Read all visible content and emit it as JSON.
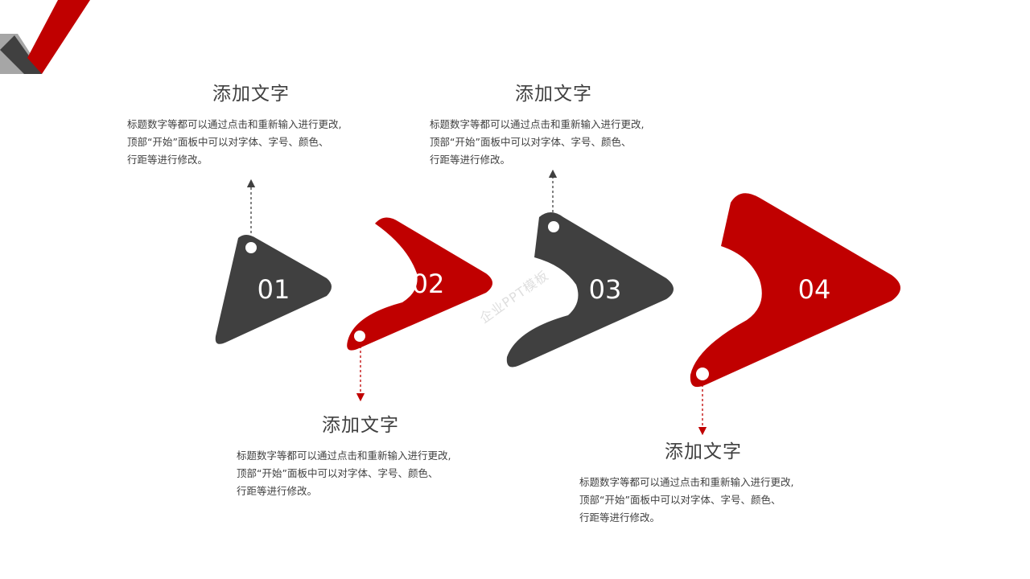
{
  "colors": {
    "red": "#c00000",
    "dark": "#404040",
    "grey": "#a6a6a6",
    "text": "#404040"
  },
  "steps": [
    {
      "number": "01",
      "title": "添加文字",
      "description": "标题数字等都可以通过点击和重新输入进行更改,\n顶部“开始”面板中可以对字体、字号、颜色、\n行距等进行修改。"
    },
    {
      "number": "02",
      "title": "添加文字",
      "description": "标题数字等都可以通过点击和重新输入进行更改,\n顶部“开始”面板中可以对字体、字号、颜色、\n行距等进行修改。"
    },
    {
      "number": "03",
      "title": "添加文字",
      "description": "标题数字等都可以通过点击和重新输入进行更改,\n顶部“开始”面板中可以对字体、字号、颜色、\n行距等进行修改。"
    },
    {
      "number": "04",
      "title": "添加文字",
      "description": "标题数字等都可以通过点击和重新输入进行更改,\n顶部“开始”面板中可以对字体、字号、颜色、\n行距等进行修改。"
    }
  ],
  "watermark": "企业PPT模板"
}
